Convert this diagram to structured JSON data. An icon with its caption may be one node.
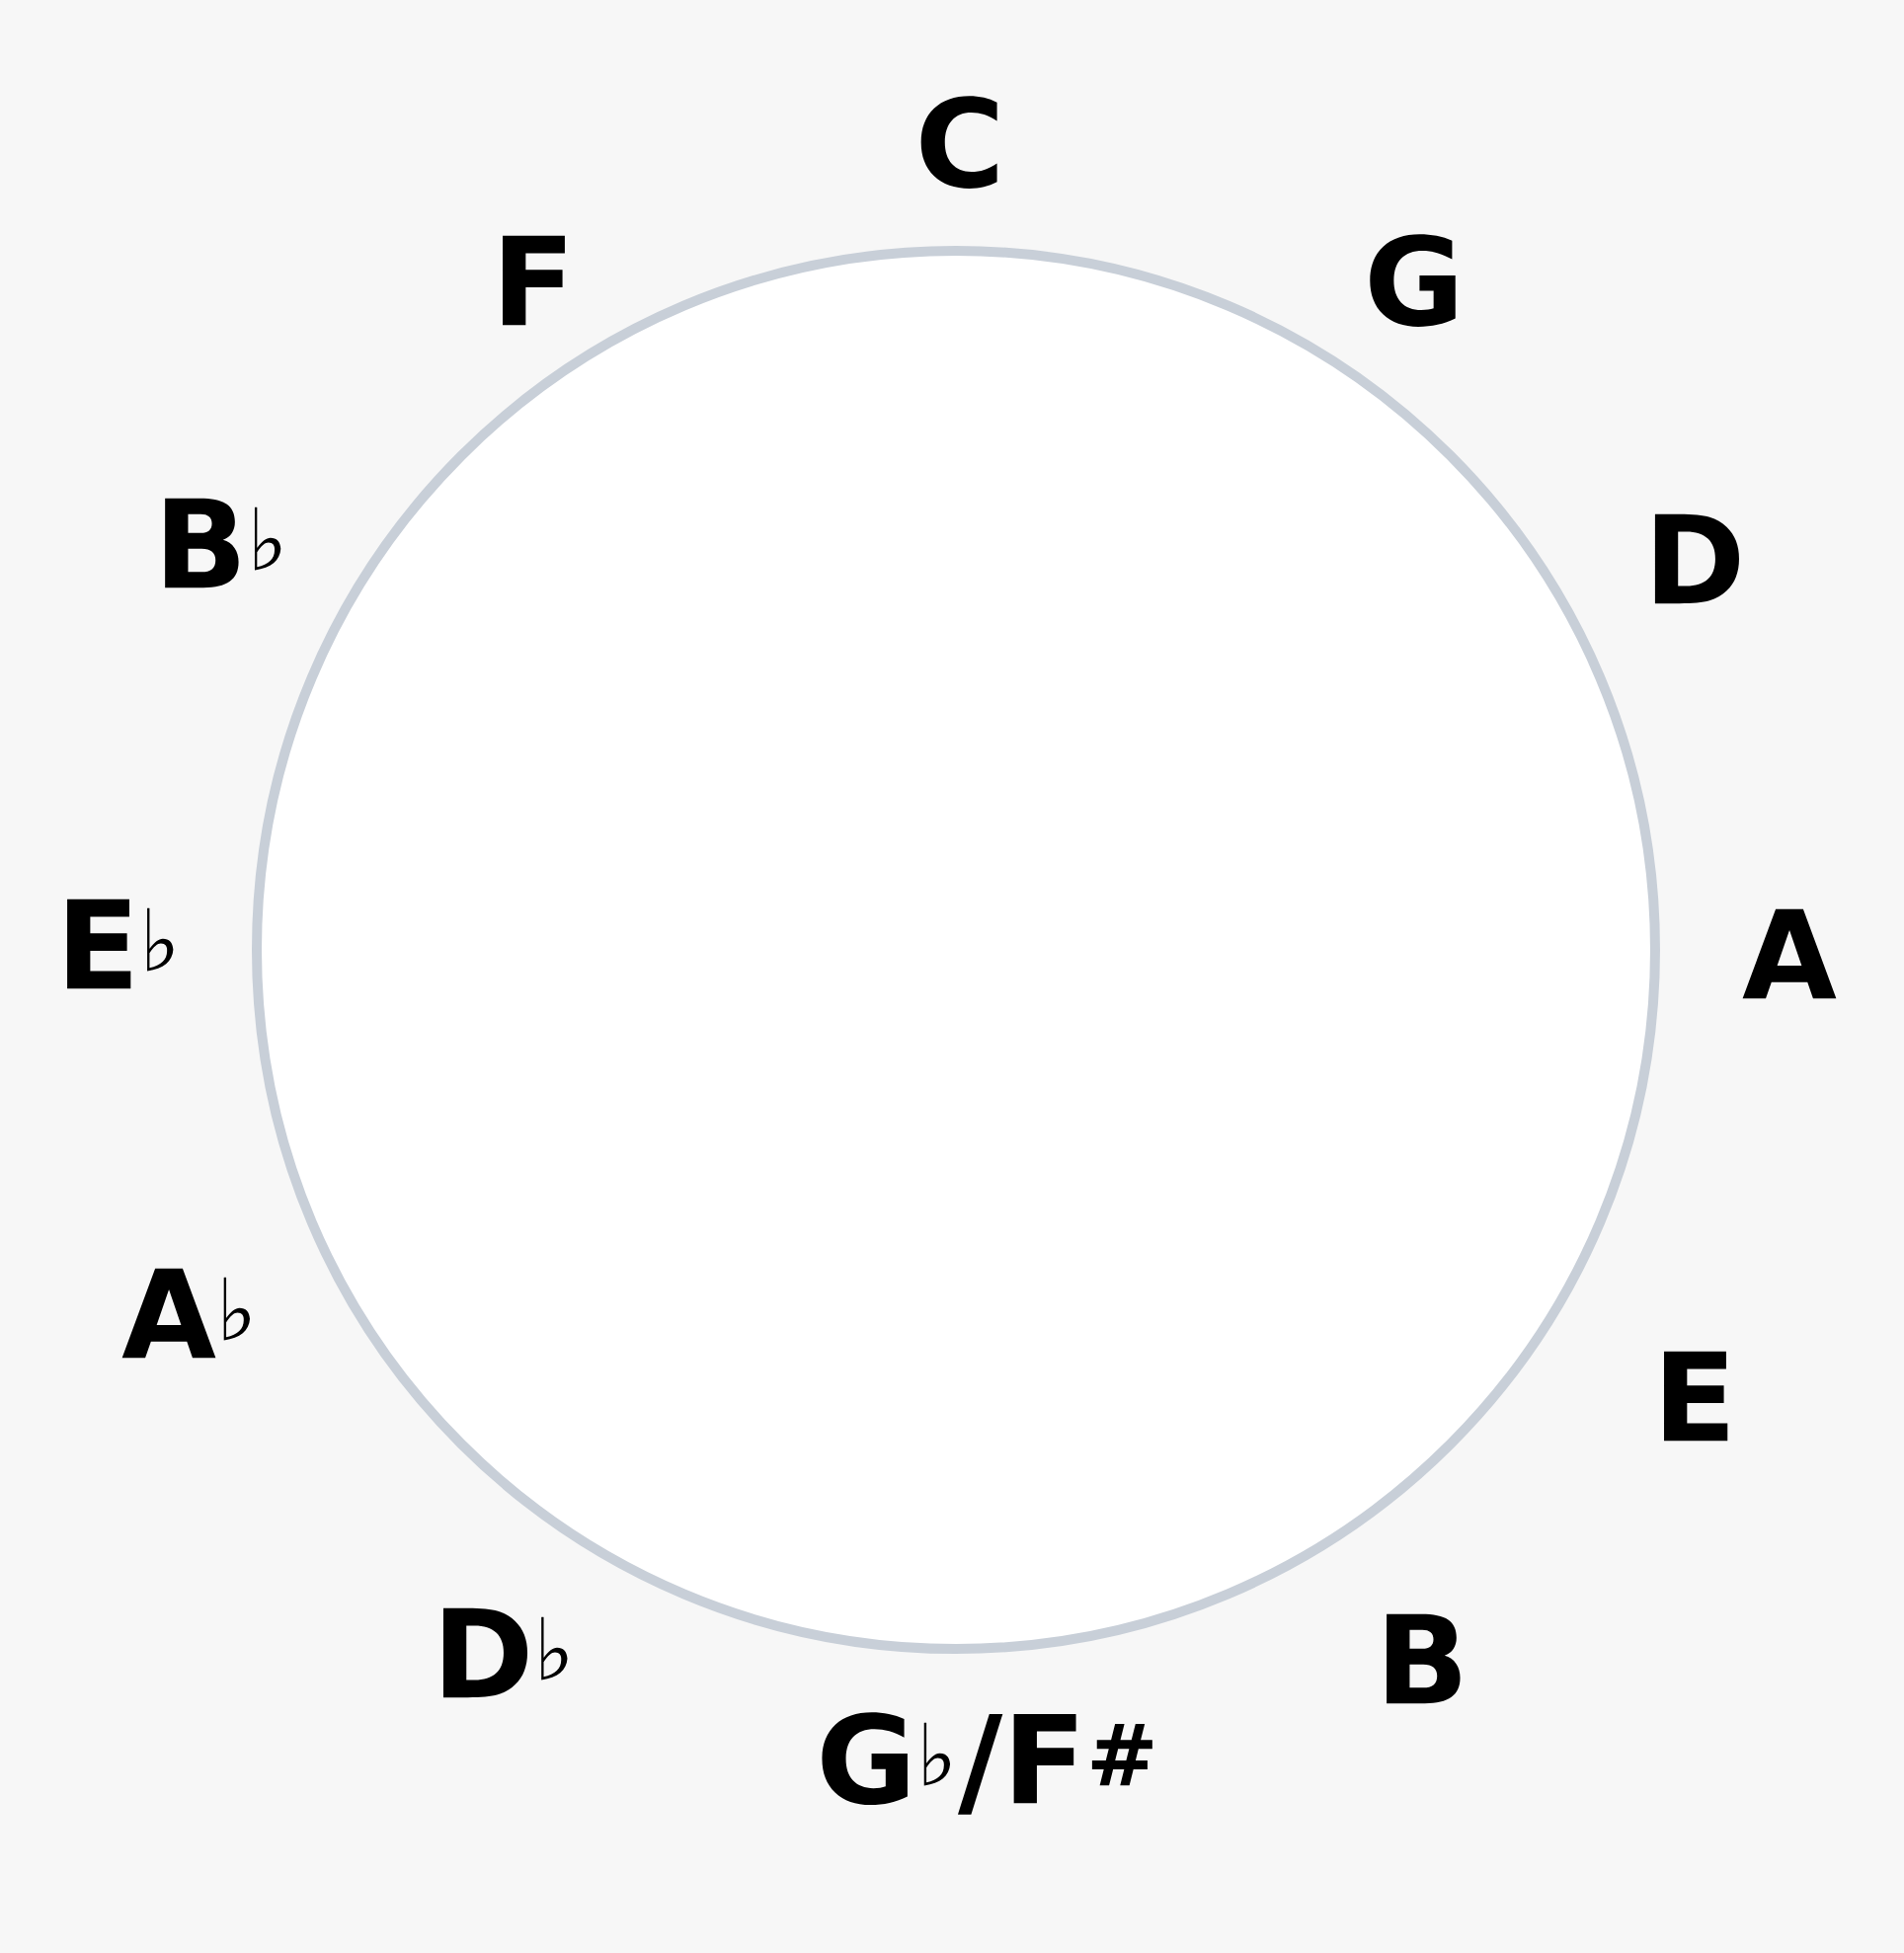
{
  "diagram": {
    "nodes": [
      {
        "text": [],
        "shape": "circle",
        "beside": [
          "C",
          "G",
          "D",
          "A",
          "E",
          "B",
          "G$^{♭}$/F$^{#}$",
          "D$^{♭}$",
          "A$^{♭}$",
          "E$^{♭}$",
          "B$^{♭}$",
          "F"
        ]
      }
    ]
  }
}
